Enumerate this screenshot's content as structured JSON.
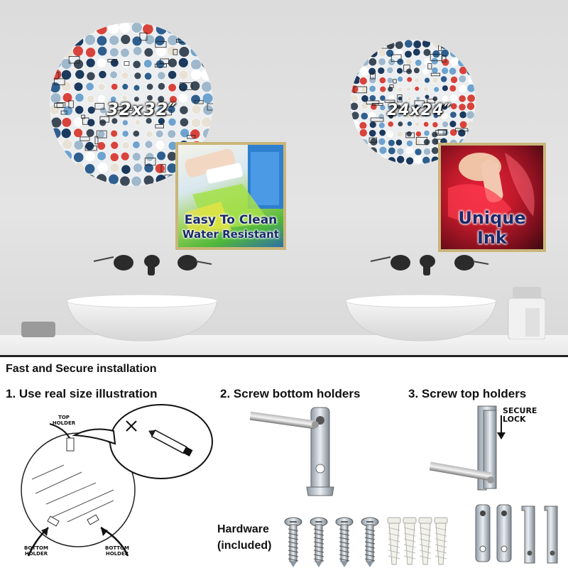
{
  "mirrors": [
    {
      "size_label": "32x32″"
    },
    {
      "size_label": "24x24″"
    }
  ],
  "badges": [
    {
      "line1": "Easy To Clean",
      "line2": "Water Resistant"
    },
    {
      "line1": "Unique",
      "line2": "Ink"
    }
  ],
  "installation": {
    "title": "Fast and Secure installation",
    "step1": "1. Use real size illustration",
    "step2": "2. Screw bottom holders",
    "step3": "3. Screw top holders",
    "top_holder": "TOP\nHOLDER",
    "bottom_holder": "BOTTOM\nHOLDER",
    "secure_lock": "SECURE\nLOCK",
    "hardware_line1": "Hardware",
    "hardware_line2": "(included)"
  },
  "colors": {
    "badge_border": "#c9b67a",
    "badge_text": "#1a2a6a",
    "divider": "#222222"
  }
}
